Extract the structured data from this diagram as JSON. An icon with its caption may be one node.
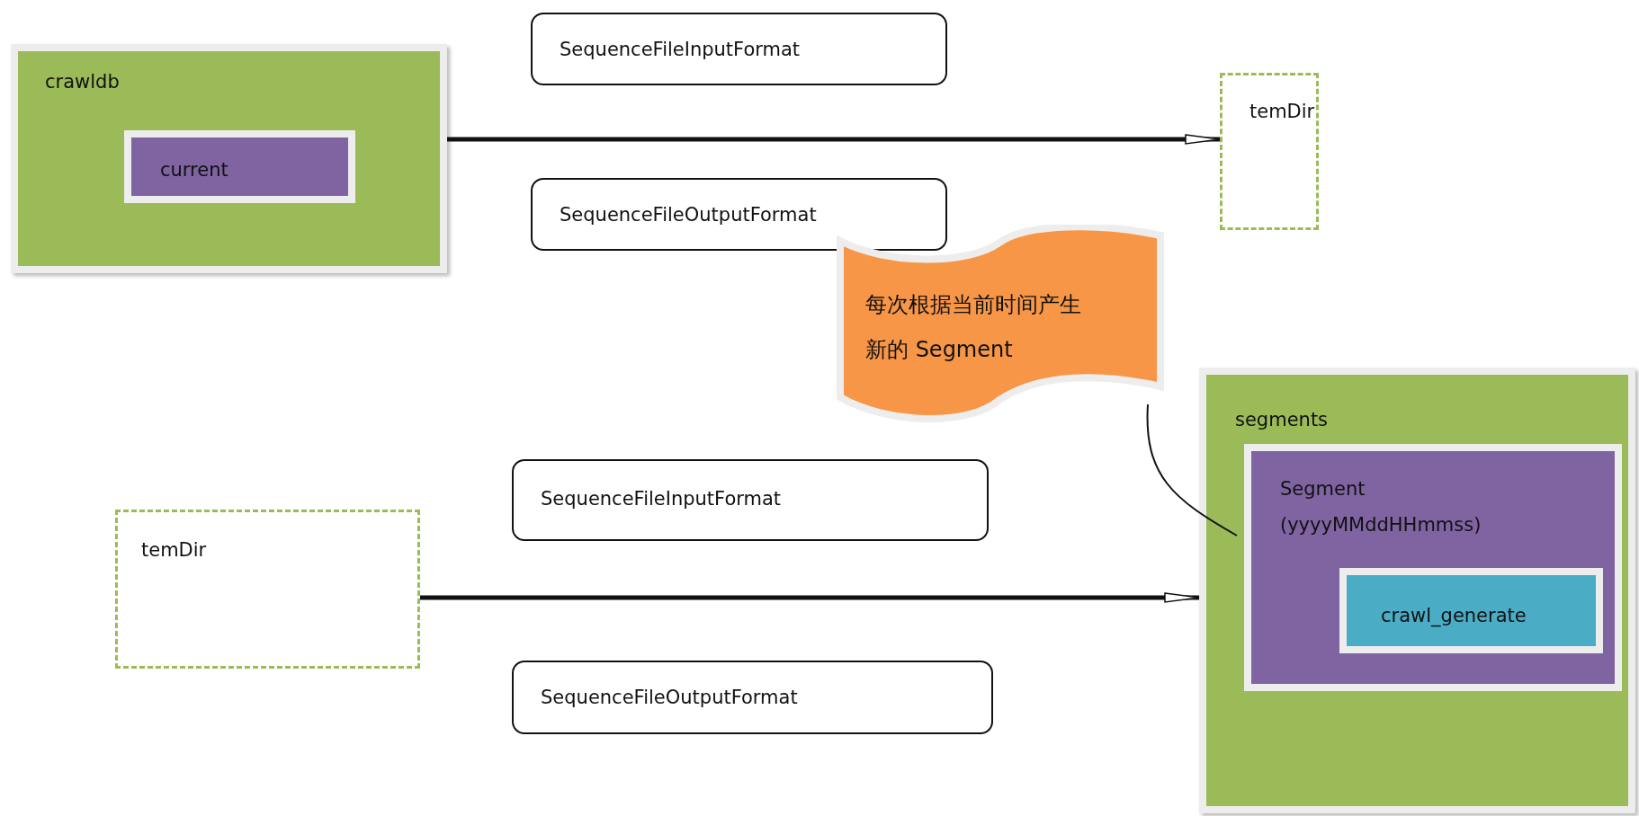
{
  "diagram": {
    "nodes": [
      {
        "text": [
          "crawldb"
        ]
      },
      {
        "text": [
          "current"
        ],
        "in": 0
      },
      {
        "text": [
          "SequenceFileInputFormat"
        ]
      },
      {
        "text": [
          "SequenceFileOutputFormat"
        ]
      },
      {
        "text": [
          "temDir"
        ]
      },
      {
        "text": [
          "每次根据当前时间产生新的 Segment"
        ]
      },
      {
        "text": [
          "temDir"
        ]
      },
      {
        "text": [
          "SequenceFileInputFormat"
        ]
      },
      {
        "text": [
          "SequenceFileOutputFormat"
        ]
      },
      {
        "text": [
          "segments"
        ]
      },
      {
        "text": [
          "Segment (yyyyMMddHHmmss)"
        ],
        "in": 9
      },
      {
        "text": [
          "crawl_generate"
        ],
        "in": 10
      }
    ],
    "edges": [
      {
        "from": 0,
        "to": 4,
        "arrow": "to"
      },
      {
        "from": 6,
        "to": 9,
        "arrow": "to"
      },
      {
        "from": 5,
        "to": 10,
        "arrow": "none"
      }
    ]
  }
}
